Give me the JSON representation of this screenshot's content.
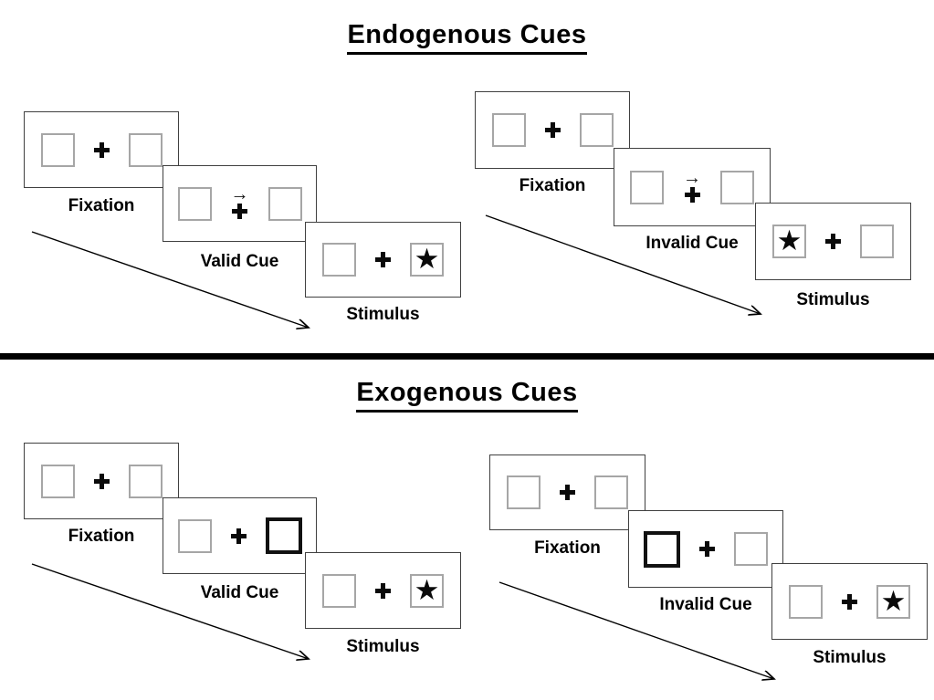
{
  "colors": {
    "background": "#ffffff",
    "panel_border": "#404040",
    "placeholder_box_border": "#a6a6a6",
    "exogenous_cue_box_border": "#111111",
    "text": "#000000",
    "divider": "#000000"
  },
  "icons": {
    "cue_arrow_right": "→",
    "star": "★",
    "fixation_cross": "+",
    "flow_arrow": "↘"
  },
  "sections": [
    {
      "title": "Endogenous Cues",
      "groups": [
        {
          "type": "valid-cue-trial",
          "panels": [
            {
              "label": "Fixation"
            },
            {
              "label": "Valid Cue",
              "cue": "arrow-right"
            },
            {
              "label": "Stimulus",
              "target_side": "right"
            }
          ]
        },
        {
          "type": "invalid-cue-trial",
          "panels": [
            {
              "label": "Fixation"
            },
            {
              "label": "Invalid Cue",
              "cue": "arrow-right"
            },
            {
              "label": "Stimulus",
              "target_side": "left"
            }
          ]
        }
      ]
    },
    {
      "title": "Exogenous Cues",
      "groups": [
        {
          "type": "valid-cue-trial",
          "panels": [
            {
              "label": "Fixation"
            },
            {
              "label": "Valid Cue",
              "cue": "bold-box-right"
            },
            {
              "label": "Stimulus",
              "target_side": "right"
            }
          ]
        },
        {
          "type": "invalid-cue-trial",
          "panels": [
            {
              "label": "Fixation"
            },
            {
              "label": "Invalid Cue",
              "cue": "bold-box-left"
            },
            {
              "label": "Stimulus",
              "target_side": "right"
            }
          ]
        }
      ]
    }
  ]
}
